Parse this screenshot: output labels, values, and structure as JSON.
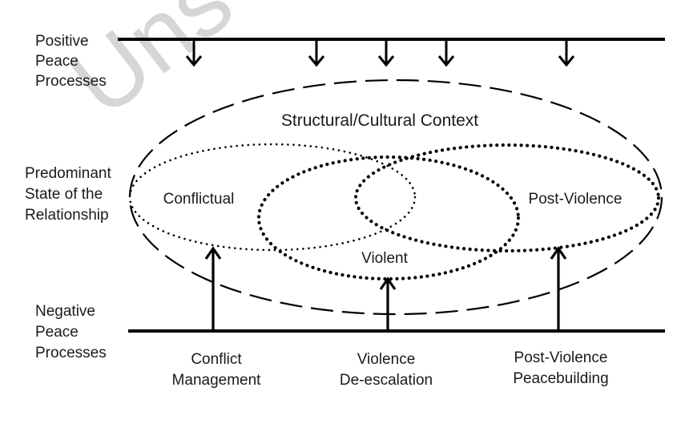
{
  "axis_labels": {
    "positive": [
      "Positive",
      "Peace",
      "Processes"
    ],
    "predominant": [
      "Predominant",
      "State of the",
      "Relationship"
    ],
    "negative": [
      "Negative",
      "Peace",
      "Processes"
    ]
  },
  "context_label": "Structural/Cultural Context",
  "states": {
    "conflictual": "Conflictual",
    "violent": "Violent",
    "post_violence": "Post-Violence"
  },
  "processes": [
    {
      "lines": [
        "Conflict",
        "Management"
      ]
    },
    {
      "lines": [
        "Violence",
        "De-escalation"
      ]
    },
    {
      "lines": [
        "Post-Violence",
        "Peacebuilding"
      ]
    }
  ],
  "watermark": "Uns",
  "colors": {
    "ink": "#000000",
    "text": "#1a1a1a",
    "watermark": "#d6d6d6"
  }
}
